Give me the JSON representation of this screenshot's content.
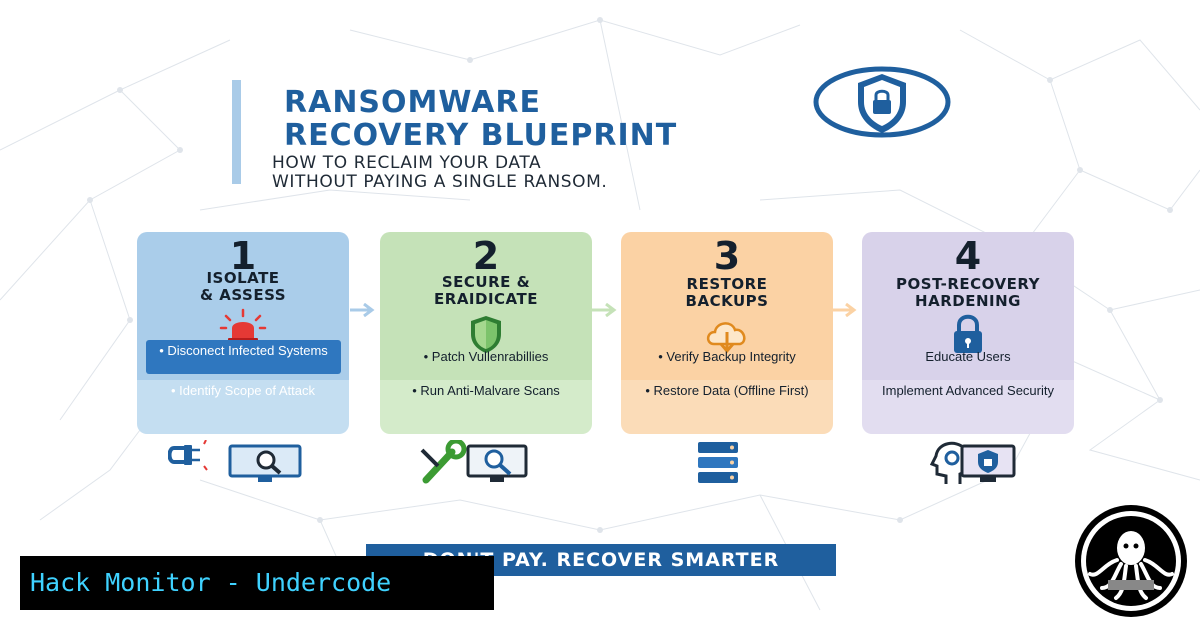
{
  "header": {
    "title_line1": "RANSOMWARE",
    "title_line2": "RECOVERY BLUEPRINT",
    "subtitle_line1": "HOW TO RECLAIM YOUR DATA",
    "subtitle_line2": "WITHOUT PAYING A SINGLE RANSOM."
  },
  "steps": [
    {
      "number": "1",
      "title_line1": "ISOLATE",
      "title_line2": "& ASSESS",
      "icon": "alarm-siren-icon",
      "item1": "• Disconect Infected Systems",
      "item2": "• Identify Scope of Attack",
      "bottom_icons": [
        "unplugged-cable-icon",
        "monitor-magnifier-icon"
      ]
    },
    {
      "number": "2",
      "title_line1": "SECURE &",
      "title_line2": "ERAIDICATE",
      "icon": "shield-icon",
      "item1": "• Patch Vullenrabillies",
      "item2": "• Run Anti-Malvare Scans",
      "bottom_icons": [
        "wrench-icon",
        "monitor-magnifier-icon"
      ]
    },
    {
      "number": "3",
      "title_line1": "RESTORE",
      "title_line2": "BACKUPS",
      "icon": "cloud-download-icon",
      "item1": "• Verify Backup Integrity",
      "item2": "• Restore Data (Offline First)",
      "bottom_icons": [
        "server-stack-icon"
      ]
    },
    {
      "number": "4",
      "title_line1": "POST-RECOVERY",
      "title_line2": "HARDENING",
      "icon": "padlock-icon",
      "item1": "Educate Users",
      "item2": "Implement Advanced Security",
      "bottom_icons": [
        "head-gears-icon",
        "monitor-shield-icon"
      ]
    }
  ],
  "slogan": "DON'T PAY. RECOVER SMARTER",
  "brand": "Hack Monitor - Undercode",
  "colors": {
    "title_blue": "#1f5f9e",
    "step1": "#aacdea",
    "step2": "#c5e2b8",
    "step3": "#fbd2a4",
    "step4": "#d8d2ea",
    "brand_cyan": "#3fd2ff"
  }
}
